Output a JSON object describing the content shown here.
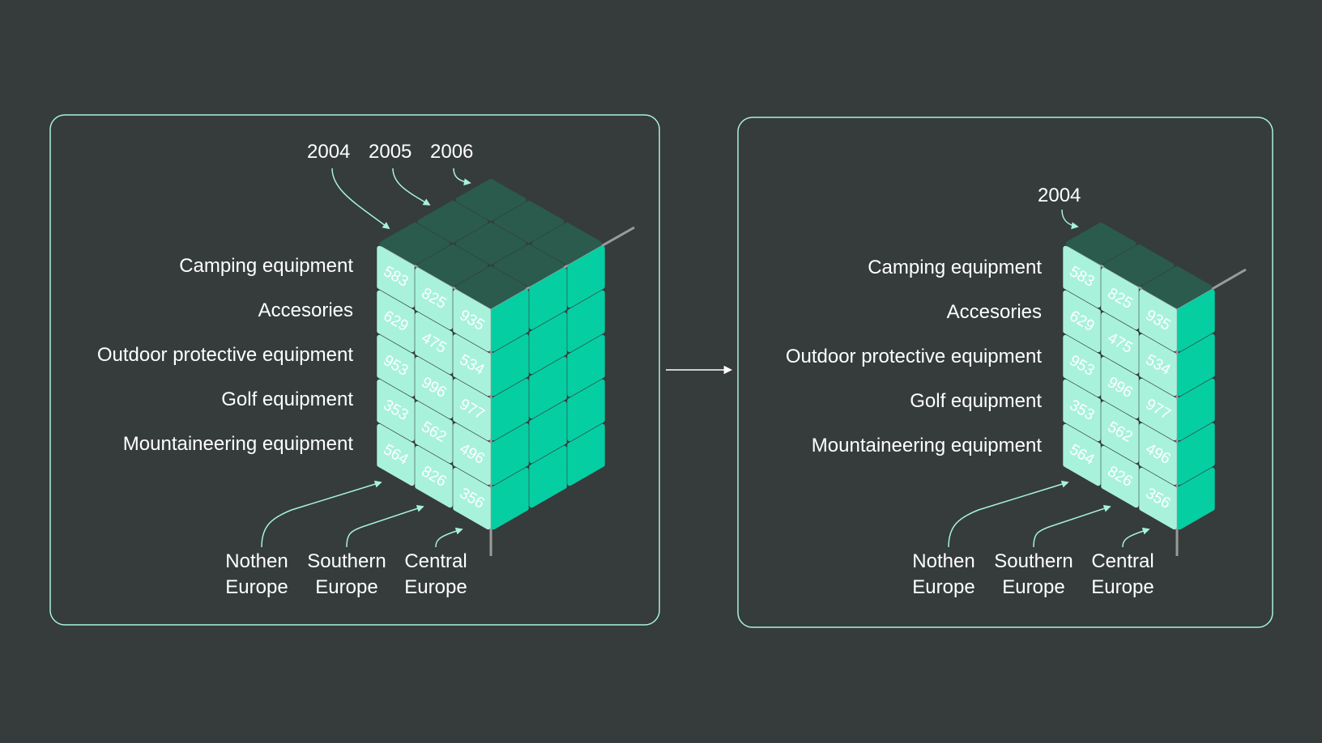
{
  "colors": {
    "background": "#353c3b",
    "panel_border": "#a8f2dc",
    "front_face": "#a8f2dc",
    "side_face": "#06cea3",
    "top_face": "#2a5b4d",
    "axis_line": "#9a9a9a",
    "arrow": "#a8f2dc",
    "text": "#ffffff"
  },
  "left_panel": {
    "years": [
      "2004",
      "2005",
      "2006"
    ],
    "categories": [
      "Camping equipment",
      "Accesories",
      "Outdoor protective equipment",
      "Golf equipment",
      "Mountaineering equipment"
    ],
    "regions": [
      {
        "line1": "Nothen",
        "line2": "Europe"
      },
      {
        "line1": "Southern",
        "line2": "Europe"
      },
      {
        "line1": "Central",
        "line2": "Europe"
      }
    ],
    "values": [
      [
        "583",
        "825",
        "935"
      ],
      [
        "629",
        "475",
        "534"
      ],
      [
        "953",
        "996",
        "977"
      ],
      [
        "353",
        "562",
        "496"
      ],
      [
        "564",
        "826",
        "356"
      ]
    ]
  },
  "right_panel": {
    "years": [
      "2004"
    ],
    "categories": [
      "Camping equipment",
      "Accesories",
      "Outdoor protective equipment",
      "Golf equipment",
      "Mountaineering equipment"
    ],
    "regions": [
      {
        "line1": "Nothen",
        "line2": "Europe"
      },
      {
        "line1": "Southern",
        "line2": "Europe"
      },
      {
        "line1": "Central",
        "line2": "Europe"
      }
    ],
    "values": [
      [
        "583",
        "825",
        "935"
      ],
      [
        "629",
        "475",
        "534"
      ],
      [
        "953",
        "996",
        "977"
      ],
      [
        "353",
        "562",
        "496"
      ],
      [
        "564",
        "826",
        "356"
      ]
    ]
  }
}
